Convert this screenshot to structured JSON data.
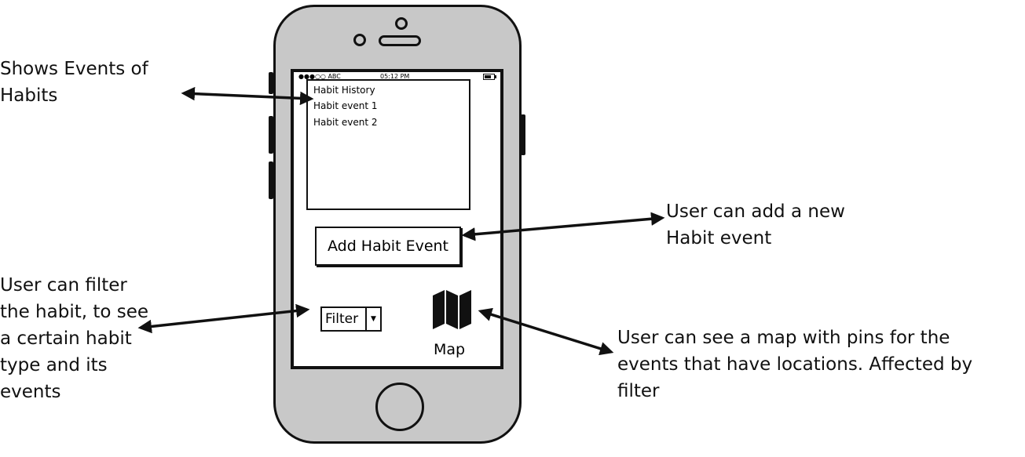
{
  "annotations": {
    "history": {
      "lines": [
        "Shows Events of",
        "Habits"
      ]
    },
    "add": {
      "lines": [
        "User can add a new",
        "Habit event"
      ]
    },
    "filter": {
      "lines": [
        "User can filter",
        "the habit, to see",
        "a certain habit",
        "type and its",
        "events"
      ]
    },
    "map": {
      "lines": [
        "User can see a map with pins for the",
        "events that have locations. Affected by",
        "filter"
      ]
    }
  },
  "phone": {
    "status_bar": {
      "carrier": "●●●○○ ABC",
      "time": "05:12 PM"
    },
    "history_list": {
      "items": [
        "Habit History",
        "Habit event 1",
        "Habit event 2"
      ]
    },
    "add_button_label": "Add Habit Event",
    "filter": {
      "selected": "Filter"
    },
    "map": {
      "label": "Map",
      "icon": "map-icon"
    }
  },
  "colors": {
    "phone_body": "#c8c8c8",
    "outline": "#111111",
    "screen": "#ffffff"
  }
}
